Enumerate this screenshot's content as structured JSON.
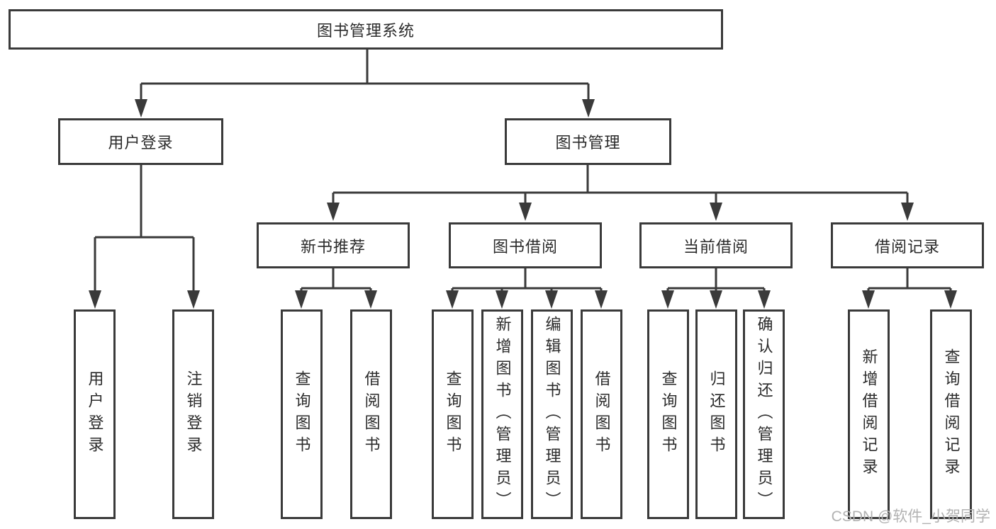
{
  "title": "图书管理系统",
  "watermark": "CSDN @软件_小贺同学",
  "colors": {
    "line": "#3a3a3a",
    "box_border": "#3a3a3a",
    "text": "#2b2b2b",
    "watermark": "#b2b2b2",
    "background": "#ffffff"
  },
  "tree": {
    "label": "图书管理系统",
    "children": [
      {
        "label": "用户登录",
        "children": [
          {
            "label": "用户登录"
          },
          {
            "label": "注销登录"
          }
        ]
      },
      {
        "label": "图书管理",
        "children": [
          {
            "label": "新书推荐",
            "children": [
              {
                "label": "查询图书"
              },
              {
                "label": "借阅图书"
              }
            ]
          },
          {
            "label": "图书借阅",
            "children": [
              {
                "label": "查询图书"
              },
              {
                "label": "新增图书（管理员）"
              },
              {
                "label": "编辑图书（管理员）"
              },
              {
                "label": "借阅图书"
              }
            ]
          },
          {
            "label": "当前借阅",
            "children": [
              {
                "label": "查询图书"
              },
              {
                "label": "归还图书"
              },
              {
                "label": "确认归还（管理员）"
              }
            ]
          },
          {
            "label": "借阅记录",
            "children": [
              {
                "label": "新增借阅记录"
              },
              {
                "label": "查询借阅记录"
              }
            ]
          }
        ]
      }
    ]
  }
}
